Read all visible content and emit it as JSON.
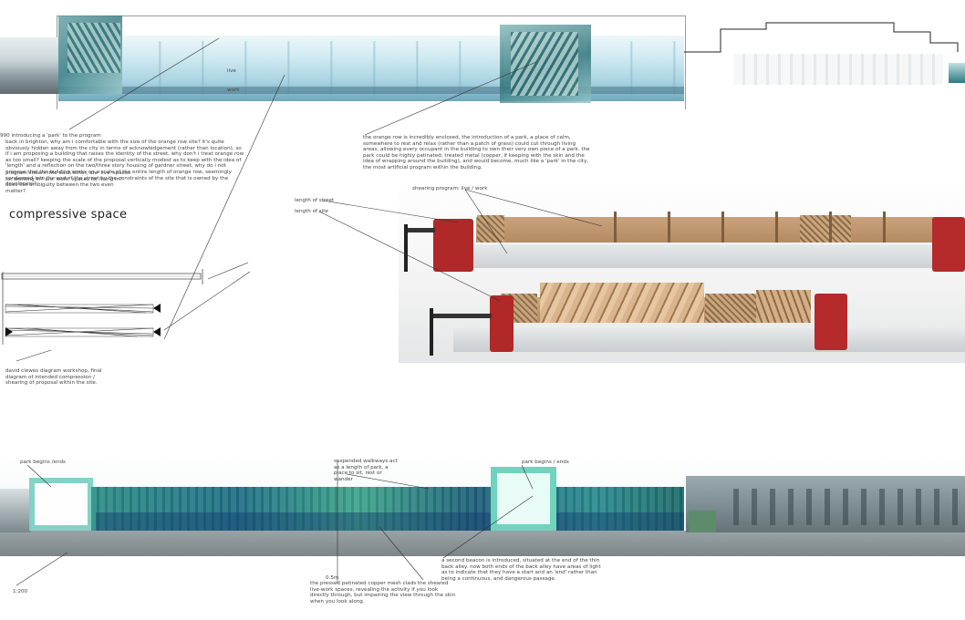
{
  "top_section": {
    "label_live": "live",
    "label_work": "work",
    "note_intro": "990  introducing a 'park' to the program",
    "note_left": "back in brighton, why am i comfortable with the size of the orange row site?  it's quite obviously hidden away from the city in terms of acknowledgement (rather than location), so if i am proposing a building that raises the identity of the street, why don't i treat orange row as too small?  keeping the scale of the proposal vertically modest as to keep with the idea of 'length' and a reflection on the two/three story housing of gardner street, why do i not propose that the building works on a scale of the entire length of orange row, seemingly condensed into the end of the street by the constraints of the site that is owned by the developers?",
    "note_program": "program shears into each other, are 'live' spaces for working in? are 'work' spaces for living in?  does the ambiguity between the two even matter?",
    "note_right": "the orange row is incredibly enclosed, the introduction of a park, a place of calm, somewhere to rest and relax (rather than a patch of grass)  could cut through living areas, allowing every occupant in the building to own their very own piece of a park.  the park could be highly patinated; treated metal (copper, if keeping with the skin and the idea of wrapping around the building), and would become, much like a 'park' in the city, the most artificial program within the building."
  },
  "compressive": {
    "title": "compressive space",
    "caption": "david clewes diagram workshop, final diagram of intended compression / shearing of proposal within the site."
  },
  "model": {
    "label_shearing": "shearing program: live / work",
    "label_street": "length of street",
    "label_site": "length of site"
  },
  "bottom_section": {
    "label_park_left": "park begins /ends",
    "label_walkways": "suspended walkways act as a length of park, a place to sit, rest or wander",
    "label_park_right": "park begins / ends",
    "note_beacon": "a second beacon is introduced, situated at the end of the thin back alley.  now both ends of the back alley have areas of light as to indicate that they have a start and an 'end' rather than being a continuous, and dangerous passage.",
    "note_mesh_tag": "0.5m",
    "note_mesh": "the pressed patinated copper mesh clads the sheared live-work spaces, revealing the activity if you look directly through, but impairing the view through the skin when you look along.",
    "scale": "1:200"
  },
  "colors": {
    "glass": "#bfe3ee",
    "glass_dark": "#8fc4d6",
    "teal": "#1e8a8a",
    "clamp_red": "#b52a2a",
    "wood": "#c8a27a",
    "rail": "#d9dcdf"
  }
}
